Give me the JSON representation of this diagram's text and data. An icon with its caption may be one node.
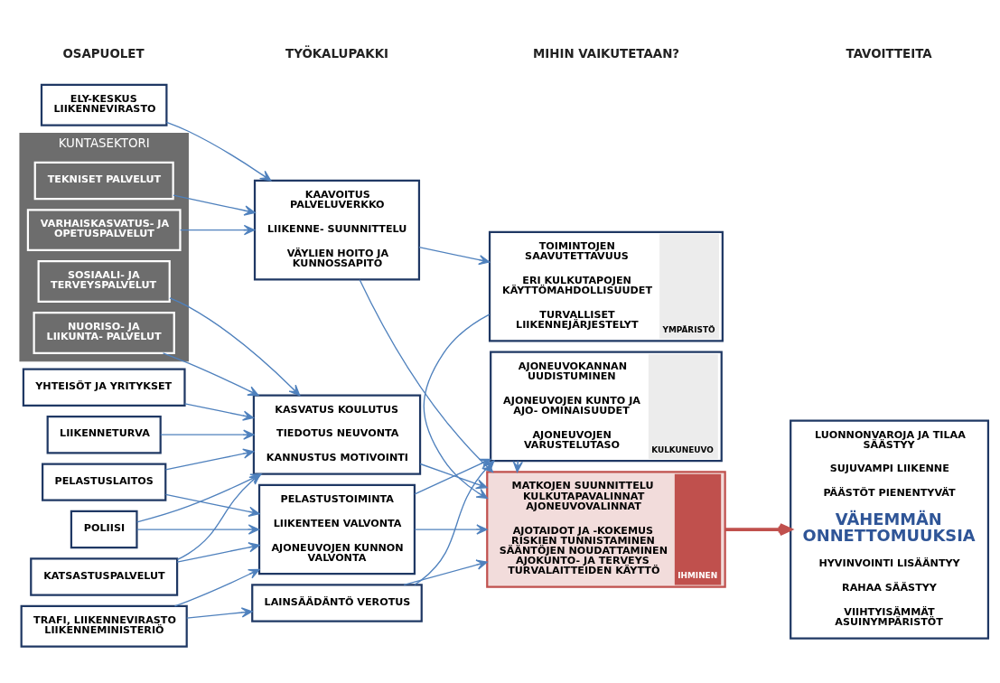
{
  "diagram": {
    "nodes": [
      {
        "text": [
          "ELY-KESKUS LIIKENNEVIRASTO"
        ]
      },
      {
        "text": [
          "KUNTASEKTORI"
        ]
      },
      {
        "text": [
          "TEKNISET PALVELUT"
        ],
        "in": 1
      },
      {
        "text": [
          "VARHAISKASVATUS- JA OPETUSPALVELUT"
        ],
        "in": 1
      },
      {
        "text": [
          "SOSIAALI- JA TERVEYSPALVELUT"
        ],
        "in": 1
      },
      {
        "text": [
          "NUORISO- JA LIIKUNTA- PALVELUT"
        ],
        "in": 1
      },
      {
        "text": [
          "YHTEISÖT JA YRITYKSET"
        ]
      },
      {
        "text": [
          "LIIKENNETURVA"
        ]
      },
      {
        "text": [
          "PELASTUSLAITOS"
        ]
      },
      {
        "text": [
          "POLIISI"
        ]
      },
      {
        "text": [
          "KATSASTUSPALVELUT"
        ]
      },
      {
        "text": [
          "TRAFI, LIIKENNEVIRASTO LIIKENNEMINISTERIÖ"
        ]
      },
      {
        "text": [
          "KAAVOITUS PALVELUVERKKO",
          "LIIKENNE- SUUNNITTELU",
          "VÄYLIEN HOITO JA KUNNOSSAPITO"
        ]
      },
      {
        "text": [
          "KASVATUS KOULUTUS",
          "TIEDOTUS NEUVONTA",
          "KANNUSTUS MOTIVOINTI"
        ]
      },
      {
        "text": [
          "PELASTUSTOIMINTA",
          "LIIKENTEEN VALVONTA",
          "AJONEUVOJEN KUNNON VALVONTA"
        ]
      },
      {
        "text": [
          "LAINSÄÄDÄNTÖ VEROTUS"
        ]
      },
      {
        "text": [
          "TOIMINTOJEN SAAVUTETTAVUUS",
          "ERI KULKUTAPOJEN KÄYTTÖMAHDOLLISUUDET",
          "TURVALLISET LIIKENNEJÄRJESTELYT",
          "YMPÄRISTÖ"
        ]
      },
      {
        "text": [
          "MATKOJEN SUUNNITTELU KULKUTAPAVALINNAT AJONEUVOVALINNAT",
          "AJOTAIDOT JA -KOKEMUS RISKIEN TUNNISTAMINEN SÄÄNTÖJEN NOUDATTAMINEN AJOKUNTO- JA TERVEYS TURVALAITTEIDEN KÄYTTÖ",
          "IHMINEN"
        ]
      },
      {
        "text": [
          "AJONEUVOKANNAN UUDISTUMINEN",
          "AJONEUVOJEN KUNTO JA AJO- OMINAISUUDET",
          "AJONEUVOJEN VARUSTELUTASO",
          "KULKUNEUVO"
        ]
      },
      {
        "text": [
          "LUONNONVAROJA JA TILAA SÄÄSTYY",
          "SUJUVAMPI LIIKENNE",
          "PÄÄSTÖT PIENENTYVÄT",
          "VÄHEMMÄN ONNETTOMUUKSIA",
          "HYVINVOINTI LISÄÄNTYY",
          "RAHAA SÄÄSTYY",
          "VIIHTYISÄMMÄT ASUINYMPÄRISTÖT"
        ]
      }
    ],
    "edges": [
      {
        "from": 0,
        "to": 12,
        "arrow": "to"
      },
      {
        "from": 2,
        "to": 12,
        "arrow": "to"
      },
      {
        "from": 3,
        "to": 12,
        "arrow": "to"
      },
      {
        "from": 4,
        "to": 13,
        "arrow": "to"
      },
      {
        "from": 5,
        "to": 13,
        "arrow": "to"
      },
      {
        "from": 6,
        "to": 13,
        "arrow": "to"
      },
      {
        "from": 7,
        "to": 13,
        "arrow": "to"
      },
      {
        "from": 8,
        "to": 13,
        "arrow": "to"
      },
      {
        "from": 8,
        "to": 14,
        "arrow": "to"
      },
      {
        "from": 9,
        "to": 13,
        "arrow": "to"
      },
      {
        "from": 9,
        "to": 14,
        "arrow": "to"
      },
      {
        "from": 10,
        "to": 13,
        "arrow": "to"
      },
      {
        "from": 10,
        "to": 14,
        "arrow": "to"
      },
      {
        "from": 11,
        "to": 14,
        "arrow": "to"
      },
      {
        "from": 11,
        "to": 15,
        "arrow": "to"
      },
      {
        "from": 12,
        "to": 16,
        "arrow": "to"
      },
      {
        "from": 12,
        "to": 17,
        "arrow": "to"
      },
      {
        "from": 13,
        "to": 17,
        "arrow": "to"
      },
      {
        "from": 14,
        "to": 17,
        "arrow": "to"
      },
      {
        "from": 14,
        "to": 18,
        "arrow": "to"
      },
      {
        "from": 15,
        "to": 17,
        "arrow": "to"
      },
      {
        "from": 15,
        "to": 18,
        "arrow": "to"
      },
      {
        "from": 16,
        "to": 17,
        "arrow": "to"
      },
      {
        "from": 18,
        "to": 17,
        "arrow": "to"
      },
      {
        "from": 17,
        "to": 19,
        "arrow": "to",
        "style": "thick",
        "color": "#c0504d"
      }
    ],
    "labels": [
      "OSAPUOLET",
      "TYÖKALUPAKKI",
      "MIHIN VAIKUTETAAN?",
      "TAVOITTEITA"
    ]
  }
}
